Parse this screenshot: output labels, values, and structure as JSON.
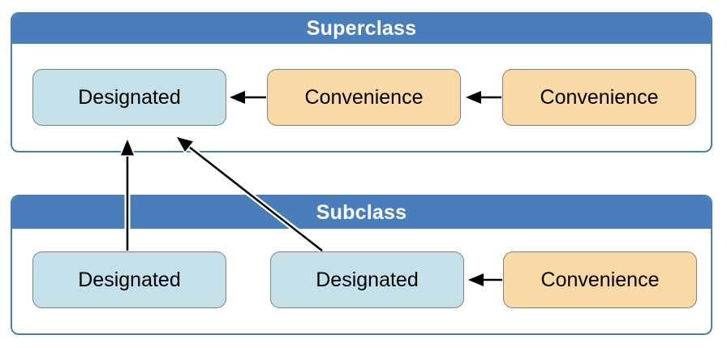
{
  "superclass": {
    "title": "Superclass",
    "boxes": [
      {
        "id": "designated",
        "label": "Designated"
      },
      {
        "id": "convenience-1",
        "label": "Convenience"
      },
      {
        "id": "convenience-2",
        "label": "Convenience"
      }
    ]
  },
  "subclass": {
    "title": "Subclass",
    "boxes": [
      {
        "id": "designated-1",
        "label": "Designated"
      },
      {
        "id": "designated-2",
        "label": "Designated"
      },
      {
        "id": "convenience",
        "label": "Convenience"
      }
    ]
  },
  "arrows": [
    {
      "id": "superclass-convenience1-to-designated",
      "from": "superclass.convenience-1",
      "to": "superclass.designated"
    },
    {
      "id": "superclass-convenience2-to-convenience1",
      "from": "superclass.convenience-2",
      "to": "superclass.convenience-1"
    },
    {
      "id": "subclass-convenience-to-designated2",
      "from": "subclass.convenience",
      "to": "subclass.designated-2"
    },
    {
      "id": "subclass-designated1-to-superclass-designated",
      "from": "subclass.designated-1",
      "to": "superclass.designated"
    },
    {
      "id": "subclass-designated2-to-superclass-designated",
      "from": "subclass.designated-2",
      "to": "superclass.designated"
    }
  ],
  "colors": {
    "container_blue": "#4A7EBB",
    "designated_fill": "#C4E1EA",
    "convenience_fill": "#FBD9A6",
    "box_border": "#818181",
    "header_text": "#FFFFFF",
    "box_text": "#000000",
    "arrow": "#000000",
    "arrow_casing": "#FFFFFF"
  }
}
